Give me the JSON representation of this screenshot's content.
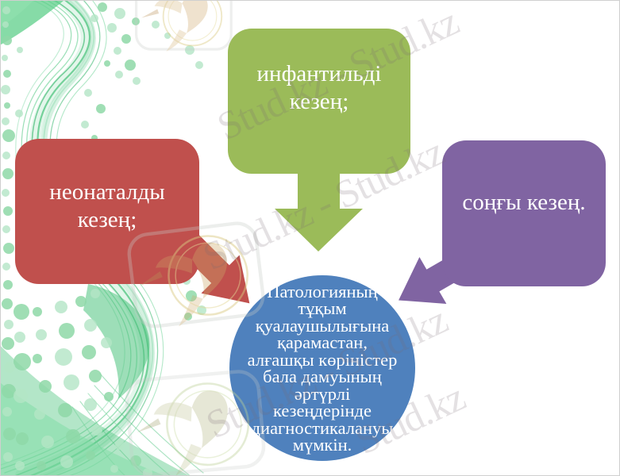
{
  "slide": {
    "background_color": "#ffffff",
    "border_color": "#cfcfcf"
  },
  "diagram": {
    "boxes": [
      {
        "id": "neonatal",
        "lines": [
          "неонаталды",
          "кезең;"
        ],
        "label": "неонаталды кезең;",
        "color": "#C0504D"
      },
      {
        "id": "infantile",
        "lines": [
          "инфантильді",
          "кезең;"
        ],
        "label": "инфантильді кезең;",
        "color": "#9BBB59"
      },
      {
        "id": "final",
        "lines": [
          "соңғы кезең."
        ],
        "label": "соңғы кезең.",
        "color": "#8064A2"
      }
    ],
    "center_circle": {
      "lines": [
        "Патологияның",
        "тұқым",
        "қуалаушылығына",
        "қарамастан,",
        "алғашқы көріністер",
        "бала дамуының",
        "әртүрлі",
        "кезеңдерінде",
        "диагностикалануы",
        "мүмкін."
      ],
      "label": "Патологияның тұқым қуалаушылығына қарамастан, алғашқы көріністер бала дамуының әртүрлі кезеңдерінде диагностикалануы мүмкін.",
      "color": "#4F81BD"
    },
    "arrows": [
      {
        "id": "arrow-from-infantile",
        "direction": "down",
        "color": "#9BBB59"
      },
      {
        "id": "arrow-from-neonatal",
        "direction": "down-right",
        "color": "#C0504D"
      },
      {
        "id": "arrow-from-final",
        "direction": "down-left",
        "color": "#8064A2"
      }
    ],
    "text_color": "#ffffff"
  },
  "watermarks": {
    "items": [
      {
        "text": "Stud.kz - Stud.kz"
      },
      {
        "text": "Stud.kz - Stud.kz"
      },
      {
        "text": "Stud.kz - Stud.kz"
      },
      {
        "text": "Stud.kz"
      }
    ],
    "logo": "stud-kz-hummingbird-logo",
    "accent_green": "#57c886"
  }
}
